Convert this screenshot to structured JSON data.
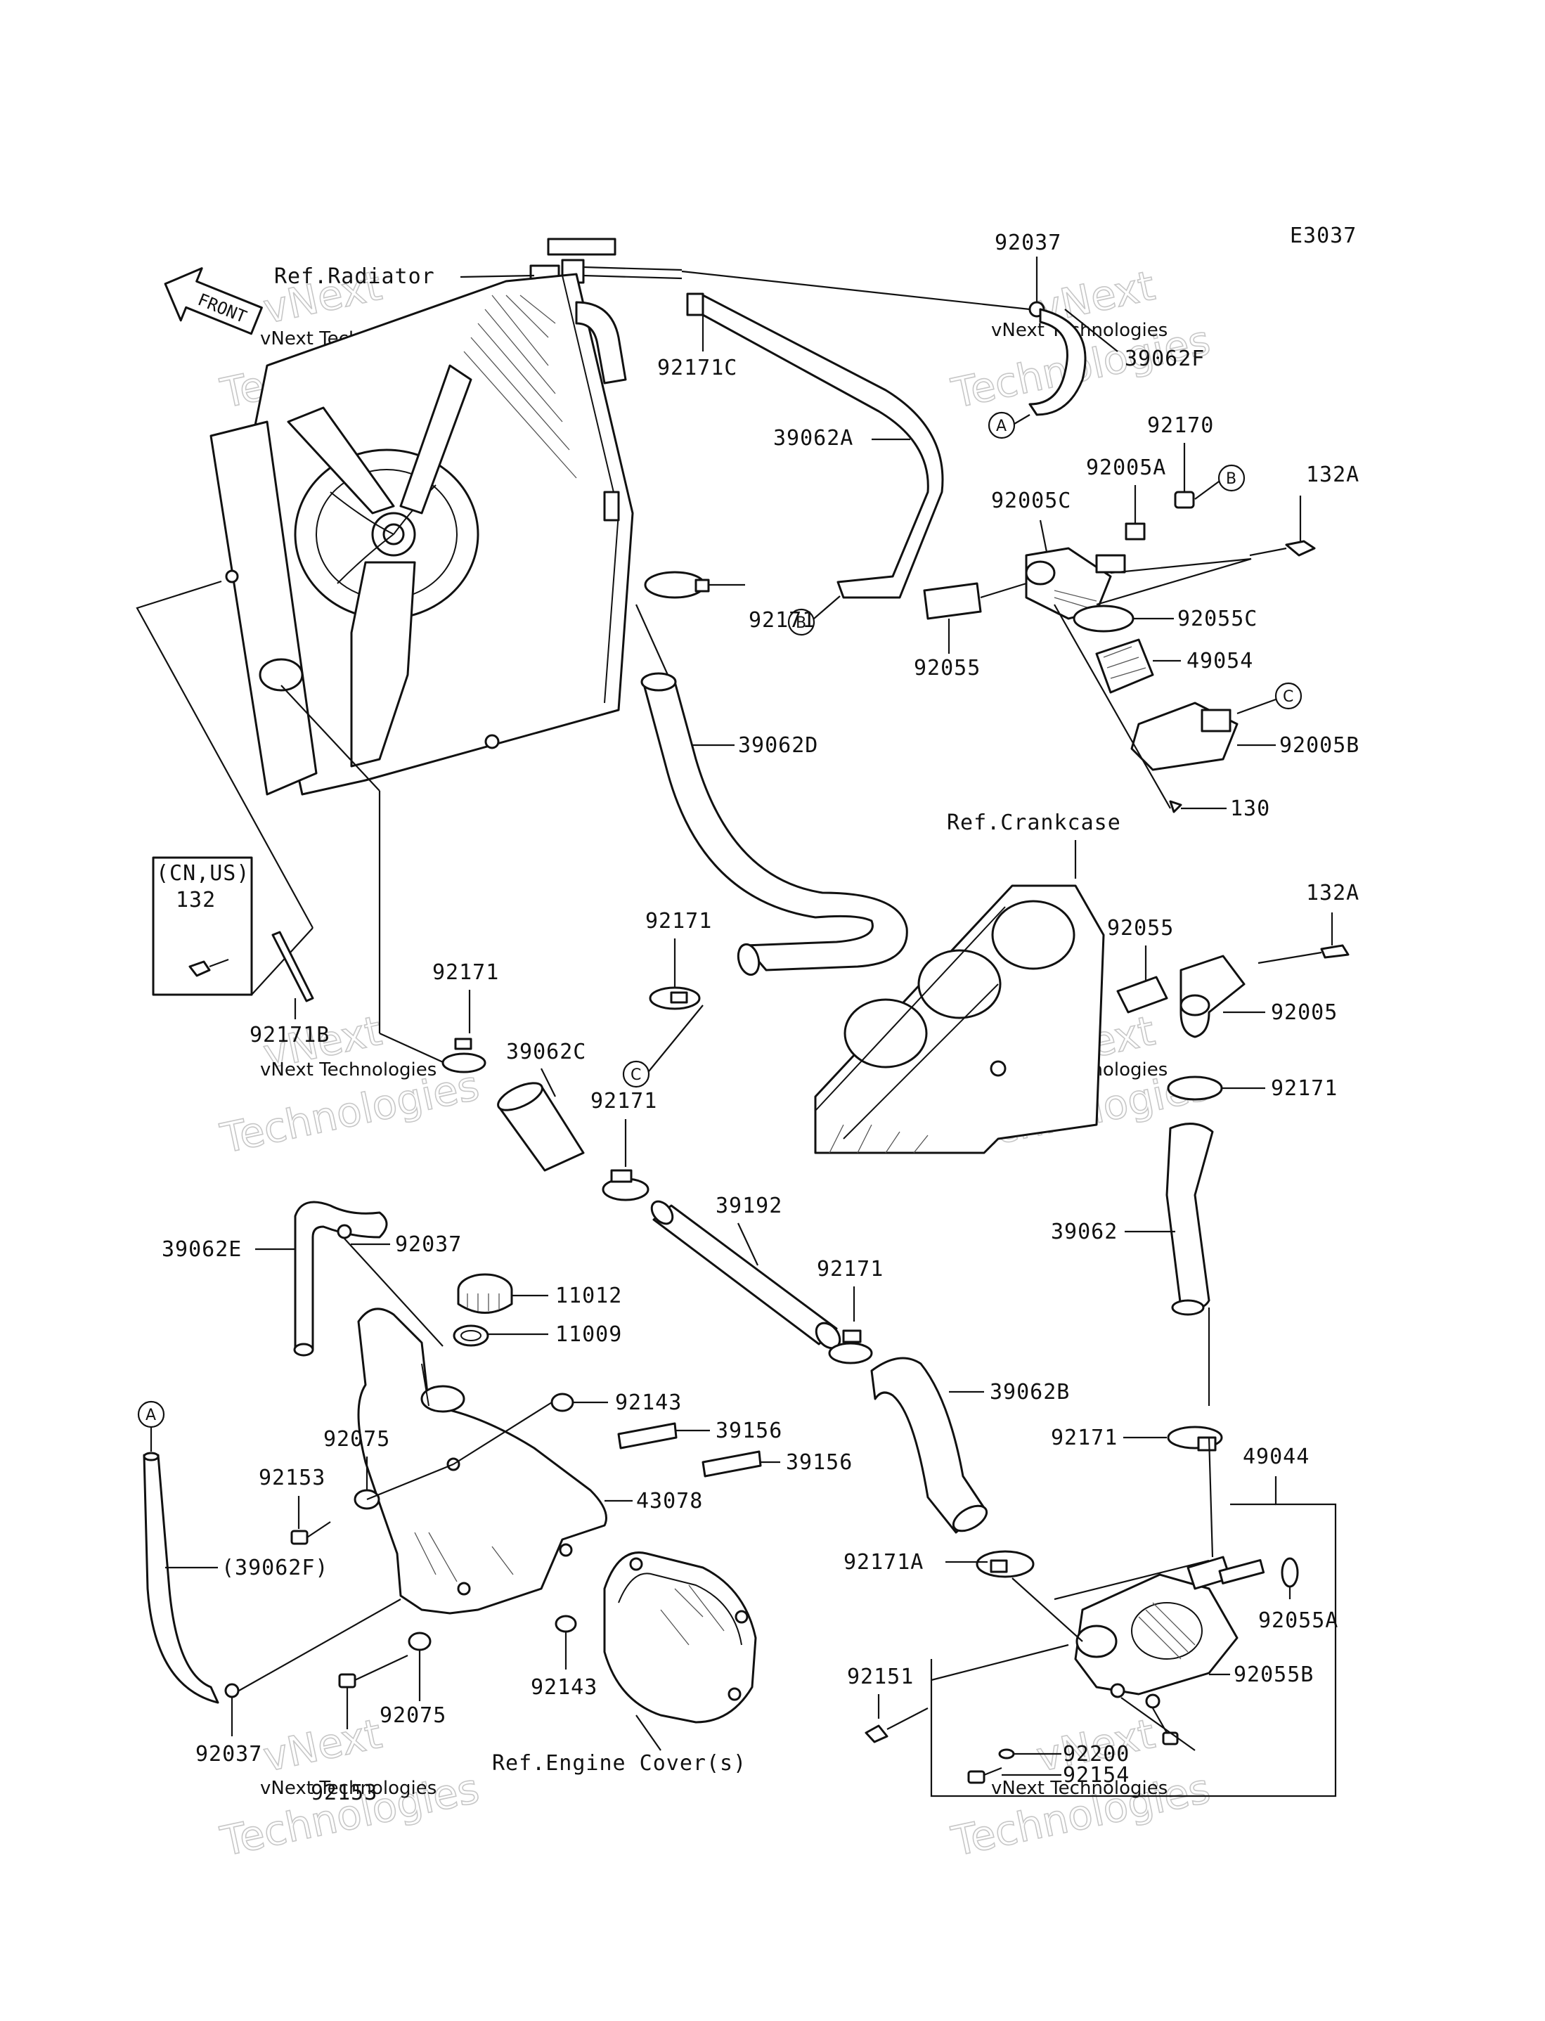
{
  "diagram_code": "E3037",
  "front_label": "FRONT",
  "references": {
    "radiator": "Ref.Radiator",
    "crankcase": "Ref.Crankcase",
    "engine_cover": "Ref.Engine Cover(s)"
  },
  "region_note": {
    "region": "(CN,US)",
    "part": "132"
  },
  "connectors": {
    "a": "A",
    "b": "B",
    "c": "C"
  },
  "watermark": {
    "brand": "vNext Technologies",
    "word1": "vNext",
    "word2": "Technologies"
  },
  "part_labels": {
    "p92037_top": "92037",
    "p92171c": "92171C",
    "p39062f": "39062F",
    "p39062a": "39062A",
    "p92170": "92170",
    "p92005a": "92005A",
    "p132a_top": "132A",
    "p92005c": "92005C",
    "p92171_upper": "92171",
    "p92055_top": "92055",
    "p92055c": "92055C",
    "p49054": "49054",
    "p92005b": "92005B",
    "p130": "130",
    "p39062d": "39062D",
    "p132a_mid": "132A",
    "p92055_mid": "92055",
    "p92005": "92005",
    "p92171_right": "92171",
    "p92171_mid": "92171",
    "p92171_left": "92171",
    "p92171b": "92171B",
    "p39062c": "39062C",
    "p92171_c2": "92171",
    "p39062e": "39062E",
    "p92037_mid": "92037",
    "p11012": "11012",
    "p11009": "11009",
    "p39192": "39192",
    "p92171_d": "92171",
    "p39062": "39062",
    "p92143_top": "92143",
    "p92075_top": "92075",
    "p92153_top": "92153",
    "p39156_a": "39156",
    "p39156_b": "39156",
    "p39062b": "39062B",
    "p92171_e": "92171",
    "p49044": "49044",
    "p43078": "43078",
    "p39062f_paren": "(39062F)",
    "p92171a": "92171A",
    "p92055a": "92055A",
    "p92055b": "92055B",
    "p92151": "92151",
    "p92143_bot": "92143",
    "p92075_bot": "92075",
    "p92153_bot": "92153",
    "p92037_bot": "92037",
    "p92200": "92200",
    "p92154": "92154"
  },
  "colors": {
    "line": "#111111",
    "background": "#ffffff",
    "watermark": "#9a9a9a"
  }
}
